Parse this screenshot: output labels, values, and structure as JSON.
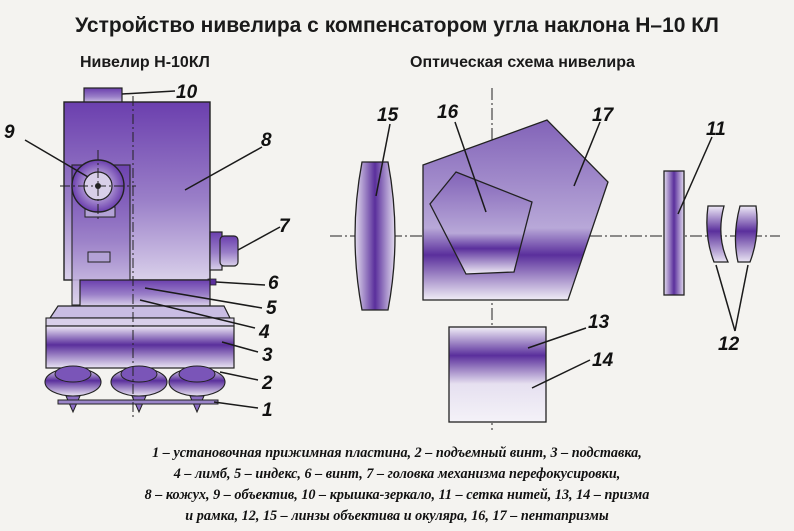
{
  "title": "Устройство нивелира с компенсатором угла наклона Н–10 КЛ",
  "left_subtitle": "Нивелир Н-10КЛ",
  "right_subtitle": "Оптическая схема нивелира",
  "labels": {
    "l1": "1",
    "l2": "2",
    "l3": "3",
    "l4": "4",
    "l5": "5",
    "l6": "6",
    "l7": "7",
    "l8": "8",
    "l9": "9",
    "l10": "10",
    "l11": "11",
    "l12": "12",
    "l13": "13",
    "l14": "14",
    "l15": "15",
    "l16": "16",
    "l17": "17"
  },
  "caption": [
    "1 – установочная прижимная пластина, 2 – подъемный винт, 3 – подставка,",
    "4 – лимб, 5 – индекс, 6 – винт, 7 – головка механизма перефокусировки,",
    "8 – кожух, 9 – объектив, 10 – крышка-зеркало, 11 – сетка нитей, 13, 14 – призма",
    "и рамка, 12, 15 – линзы объектива и окуляра, 16, 17 – пентапризмы"
  ],
  "colors": {
    "violet_dark": "#5a2f9c",
    "violet_light": "#e8e4f2",
    "outline": "#1a1a1a",
    "background": "#f4f3f0"
  }
}
